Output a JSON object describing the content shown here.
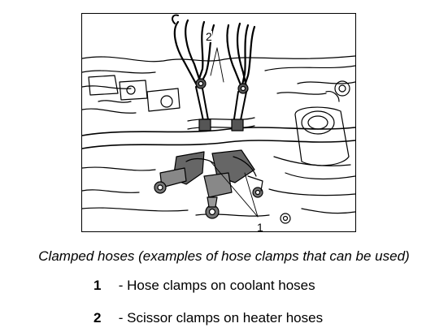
{
  "figure": {
    "callouts": [
      {
        "id": "1"
      },
      {
        "id": "2"
      }
    ]
  },
  "caption": "Clamped hoses (examples of hose clamps that can be used)",
  "legend": [
    {
      "number": "1",
      "text": "- Hose clamps on coolant hoses"
    },
    {
      "number": "2",
      "text": "- Scissor clamps on heater hoses"
    }
  ]
}
